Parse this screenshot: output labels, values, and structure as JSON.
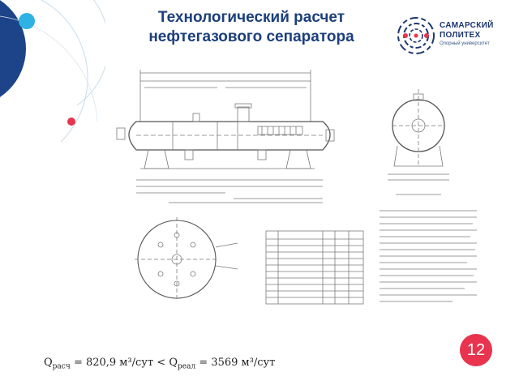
{
  "slide": {
    "title_line1": "Технологический расчет",
    "title_line2": "нефтегазового сепаратора",
    "page_number": "12"
  },
  "logo": {
    "line1": "САМАРСКИЙ",
    "line2": "ПОЛИТЕХ",
    "line3": "Опорный университет"
  },
  "formula": {
    "q_calc_symbol": "Q",
    "q_calc_sub": "расч",
    "q_calc_value": "= 820,9 м³/сут <",
    "q_real_symbol": "Q",
    "q_real_sub": "реал",
    "q_real_value": "= 3569 м³/сут"
  },
  "colors": {
    "title": "#1c3f7c",
    "accent_red": "#e8344e",
    "deco_blue_dark": "#1d4488",
    "deco_blue_light": "#2eb2e3",
    "drawing_lines": "#7a7a7a"
  },
  "icons": [
    "separator-drawing",
    "university-logo"
  ]
}
